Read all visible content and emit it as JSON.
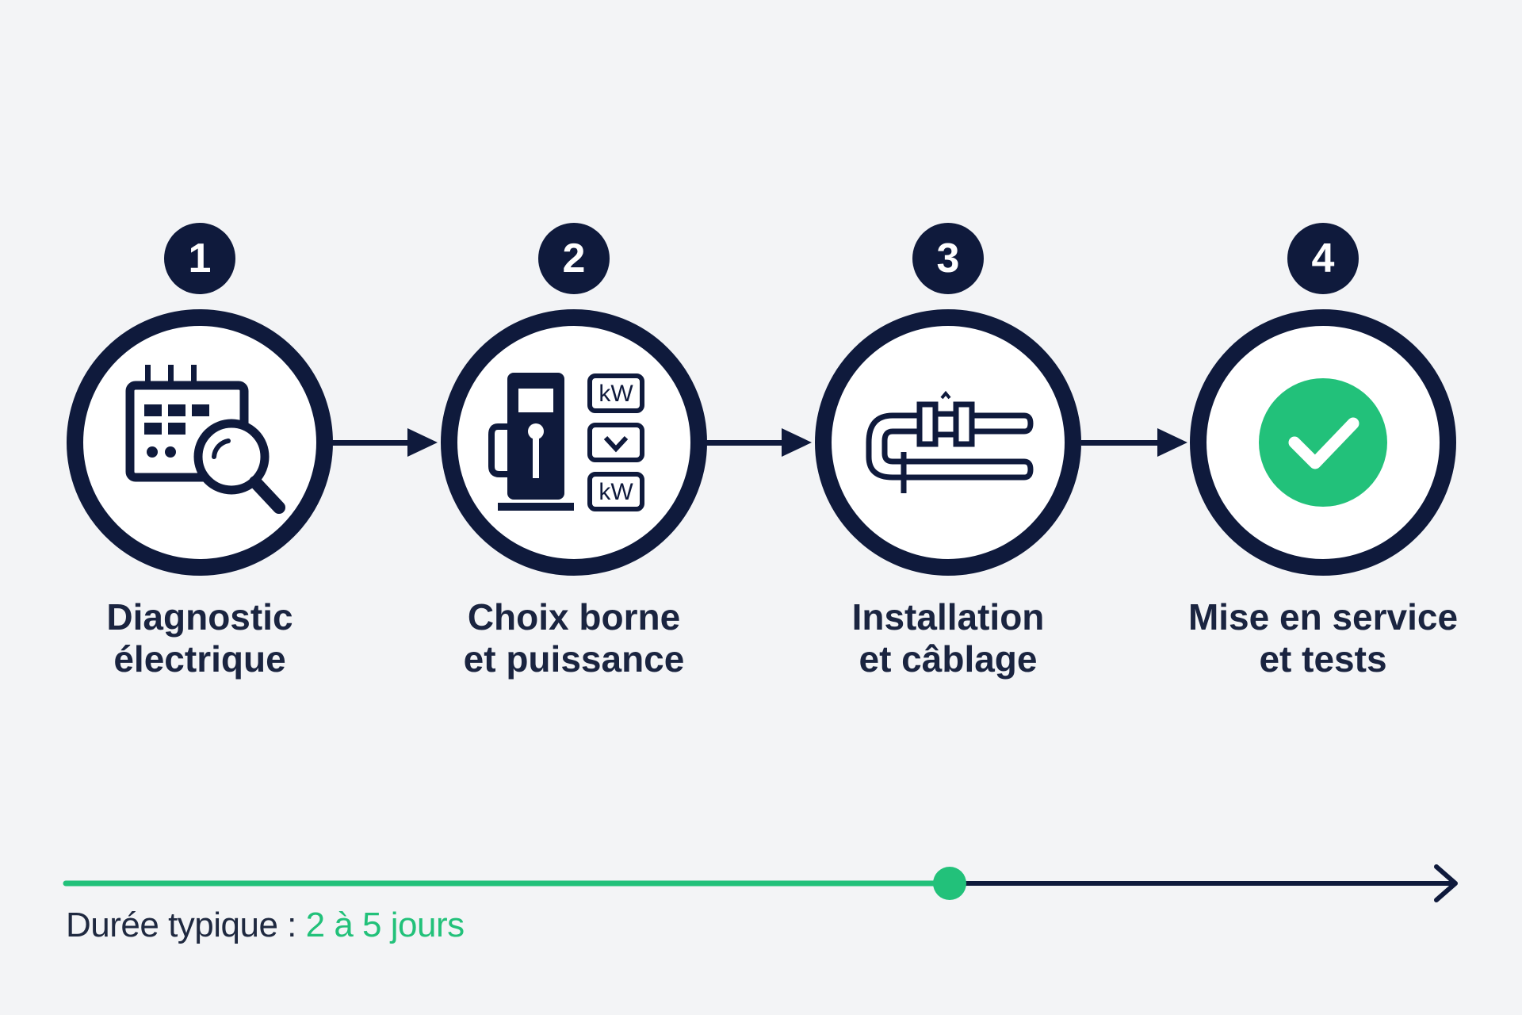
{
  "steps": [
    {
      "number": "1",
      "line1": "Diagnostic",
      "line2": "électrique",
      "icon": "calendar-search-icon"
    },
    {
      "number": "2",
      "line1": "Choix borne",
      "line2": "et puissance",
      "icon": "charging-station-kw-icon"
    },
    {
      "number": "3",
      "line1": "Installation",
      "line2": "et câblage",
      "icon": "cable-pipe-icon"
    },
    {
      "number": "4",
      "line1": "Mise en service",
      "line2": "et tests",
      "icon": "check-circle-icon"
    }
  ],
  "icon_text": {
    "kw": "kW"
  },
  "timeline": {
    "label": "Durée typique :",
    "value": "2 à 5 jours",
    "progress_fraction": 0.63
  },
  "colors": {
    "navy": "#0f1a3c",
    "green": "#22c17a",
    "background": "#f3f4f6"
  }
}
